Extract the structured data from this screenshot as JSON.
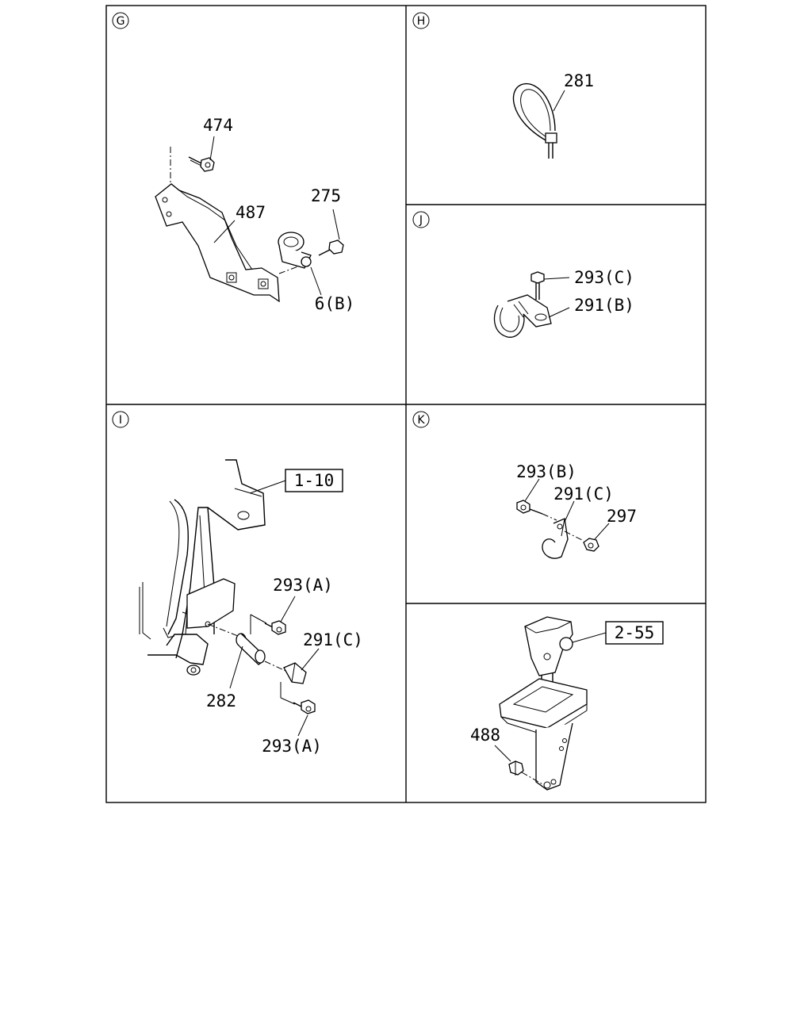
{
  "panels": {
    "G": {
      "id": "G",
      "labels": {
        "bolt": "474",
        "bracket": "487",
        "bolt2": "275",
        "clip": "6(B)"
      }
    },
    "H": {
      "id": "H",
      "labels": {
        "tie": "281"
      }
    },
    "J": {
      "id": "J",
      "labels": {
        "bolt": "293(C)",
        "clip": "291(B)"
      }
    },
    "I": {
      "id": "I",
      "labels": {
        "ref": "1-10",
        "bolt_top": "293(A)",
        "clip": "291(C)",
        "spacer": "282",
        "bolt_bottom": "293(A)"
      }
    },
    "K": {
      "id": "K",
      "labels": {
        "bolt": "293(B)",
        "clip": "291(C)",
        "nut": "297"
      }
    },
    "L": {
      "labels": {
        "ref": "2-55",
        "nut": "488"
      }
    }
  }
}
